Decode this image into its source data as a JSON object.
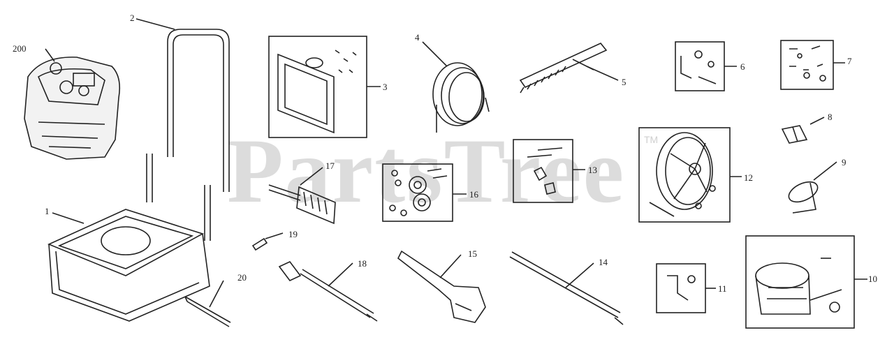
{
  "watermark": {
    "text": "PartsTree",
    "trademark": "TM"
  },
  "callouts": {
    "c200": "200",
    "c2": "2",
    "c3": "3",
    "c4": "4",
    "c5": "5",
    "c6": "6",
    "c7": "7",
    "c8": "8",
    "c9": "9",
    "c10": "10",
    "c11": "11",
    "c12": "12",
    "c13": "13",
    "c14": "14",
    "c15": "15",
    "c16": "16",
    "c17": "17",
    "c18": "18",
    "c19": "19",
    "c20": "20",
    "c1": "1"
  },
  "colors": {
    "line": "#222222",
    "watermark": "#dcdcdc",
    "background": "#ffffff"
  }
}
